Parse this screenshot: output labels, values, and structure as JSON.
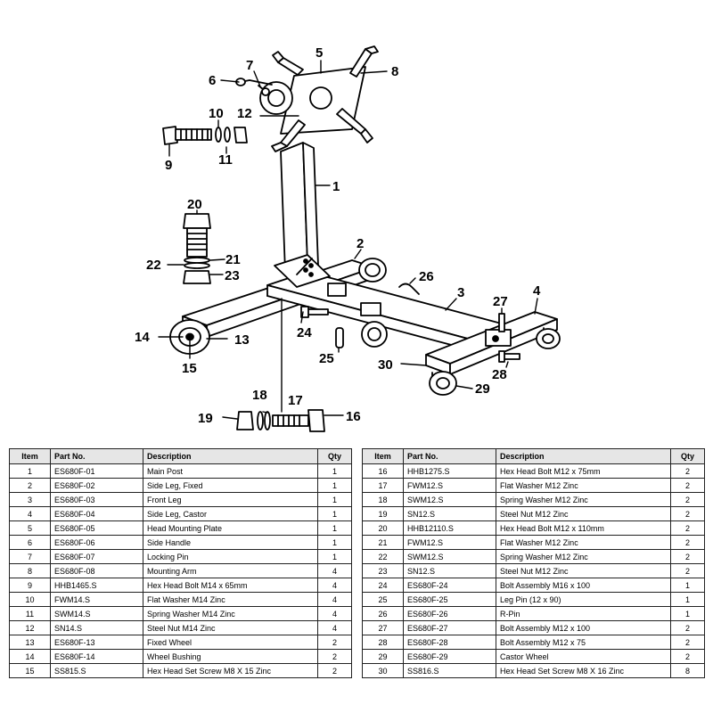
{
  "diagram": {
    "callouts": [
      "1",
      "2",
      "3",
      "4",
      "5",
      "6",
      "7",
      "8",
      "9",
      "10",
      "11",
      "12",
      "13",
      "14",
      "15",
      "16",
      "17",
      "18",
      "19",
      "20",
      "21",
      "22",
      "23",
      "24",
      "25",
      "26",
      "27",
      "28",
      "29",
      "30"
    ]
  },
  "table": {
    "headers": {
      "item": "Item",
      "part_no": "Part No.",
      "description": "Description",
      "qty": "Qty"
    },
    "rows": [
      {
        "item": "1",
        "part_no": "ES680F-01",
        "description": "Main Post",
        "qty": "1"
      },
      {
        "item": "2",
        "part_no": "ES680F-02",
        "description": "Side Leg, Fixed",
        "qty": "1"
      },
      {
        "item": "3",
        "part_no": "ES680F-03",
        "description": "Front Leg",
        "qty": "1"
      },
      {
        "item": "4",
        "part_no": "ES680F-04",
        "description": "Side Leg, Castor",
        "qty": "1"
      },
      {
        "item": "5",
        "part_no": "ES680F-05",
        "description": "Head Mounting Plate",
        "qty": "1"
      },
      {
        "item": "6",
        "part_no": "ES680F-06",
        "description": "Side Handle",
        "qty": "1"
      },
      {
        "item": "7",
        "part_no": "ES680F-07",
        "description": "Locking Pin",
        "qty": "1"
      },
      {
        "item": "8",
        "part_no": "ES680F-08",
        "description": "Mounting Arm",
        "qty": "4"
      },
      {
        "item": "9",
        "part_no": "HHB1465.S",
        "description": "Hex Head Bolt M14 x 65mm",
        "qty": "4"
      },
      {
        "item": "10",
        "part_no": "FWM14.S",
        "description": "Flat Washer M14 Zinc",
        "qty": "4"
      },
      {
        "item": "11",
        "part_no": "SWM14.S",
        "description": "Spring Washer M14 Zinc",
        "qty": "4"
      },
      {
        "item": "12",
        "part_no": "SN14.S",
        "description": "Steel Nut M14 Zinc",
        "qty": "4"
      },
      {
        "item": "13",
        "part_no": "ES680F-13",
        "description": "Fixed Wheel",
        "qty": "2"
      },
      {
        "item": "14",
        "part_no": "ES680F-14",
        "description": "Wheel Bushing",
        "qty": "2"
      },
      {
        "item": "15",
        "part_no": "SS815.S",
        "description": "Hex Head Set Screw M8 X 15 Zinc",
        "qty": "2"
      },
      {
        "item": "16",
        "part_no": "HHB1275.S",
        "description": "Hex Head Bolt M12 x 75mm",
        "qty": "2"
      },
      {
        "item": "17",
        "part_no": "FWM12.S",
        "description": "Flat Washer M12 Zinc",
        "qty": "2"
      },
      {
        "item": "18",
        "part_no": "SWM12.S",
        "description": "Spring Washer M12 Zinc",
        "qty": "2"
      },
      {
        "item": "19",
        "part_no": "SN12.S",
        "description": "Steel Nut M12 Zinc",
        "qty": "2"
      },
      {
        "item": "20",
        "part_no": "HHB12110.S",
        "description": "Hex Head Bolt M12 x 110mm",
        "qty": "2"
      },
      {
        "item": "21",
        "part_no": "FWM12.S",
        "description": "Flat Washer M12 Zinc",
        "qty": "2"
      },
      {
        "item": "22",
        "part_no": "SWM12.S",
        "description": "Spring Washer M12 Zinc",
        "qty": "2"
      },
      {
        "item": "23",
        "part_no": "SN12.S",
        "description": "Steel Nut M12 Zinc",
        "qty": "2"
      },
      {
        "item": "24",
        "part_no": "ES680F-24",
        "description": "Bolt Assembly M16 x 100",
        "qty": "1"
      },
      {
        "item": "25",
        "part_no": "ES680F-25",
        "description": "Leg Pin (12 x 90)",
        "qty": "1"
      },
      {
        "item": "26",
        "part_no": "ES680F-26",
        "description": "R-Pin",
        "qty": "1"
      },
      {
        "item": "27",
        "part_no": "ES680F-27",
        "description": "Bolt Assembly M12 x 100",
        "qty": "2"
      },
      {
        "item": "28",
        "part_no": "ES680F-28",
        "description": "Bolt Assembly M12 x 75",
        "qty": "2"
      },
      {
        "item": "29",
        "part_no": "ES680F-29",
        "description": "Castor Wheel",
        "qty": "2"
      },
      {
        "item": "30",
        "part_no": "SS816.S",
        "description": "Hex Head Set Screw M8 X 16 Zinc",
        "qty": "8"
      }
    ]
  }
}
